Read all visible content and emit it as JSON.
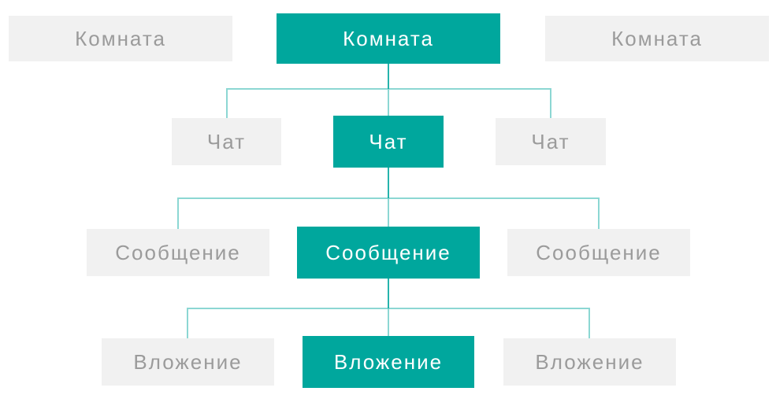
{
  "diagram": {
    "description": "Four-level hierarchy diagram with highlighted middle branch",
    "colors": {
      "active_fill": "#00a79d",
      "active_text": "#ffffff",
      "inactive_fill": "#f1f1f1",
      "inactive_text": "#9b9b9b",
      "connector": "#00a79d"
    },
    "rows": [
      {
        "level": "room",
        "nodes": [
          {
            "label": "Комната",
            "state": "inactive"
          },
          {
            "label": "Комната",
            "state": "active"
          },
          {
            "label": "Комната",
            "state": "inactive"
          }
        ]
      },
      {
        "level": "chat",
        "nodes": [
          {
            "label": "Чат",
            "state": "inactive"
          },
          {
            "label": "Чат",
            "state": "active"
          },
          {
            "label": "Чат",
            "state": "inactive"
          }
        ]
      },
      {
        "level": "message",
        "nodes": [
          {
            "label": "Сообщение",
            "state": "inactive"
          },
          {
            "label": "Сообщение",
            "state": "active"
          },
          {
            "label": "Сообщение",
            "state": "inactive"
          }
        ]
      },
      {
        "level": "attachment",
        "nodes": [
          {
            "label": "Вложение",
            "state": "inactive"
          },
          {
            "label": "Вложение",
            "state": "active"
          },
          {
            "label": "Вложение",
            "state": "inactive"
          }
        ]
      }
    ]
  }
}
